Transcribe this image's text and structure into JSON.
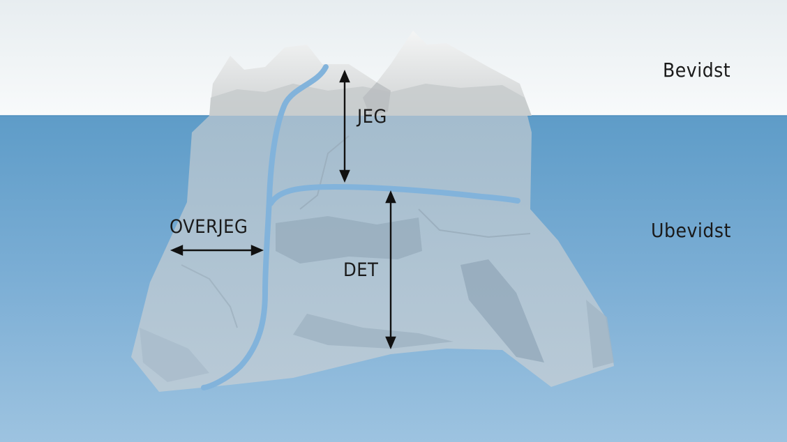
{
  "zones": {
    "conscious": "Bevidst",
    "unconscious": "Ubevidst"
  },
  "structures": {
    "ego": "JEG",
    "superego": "OVERJEG",
    "id": "DET"
  },
  "colors": {
    "sky_top": "#eef2f4",
    "sky_bottom": "#f7f9fa",
    "water_top": "#5a9bc7",
    "water_bottom": "#93bcdc",
    "ice_above": "#d9dcdd",
    "ice_below": "#b3c7d6",
    "channel": "#7fb0d8",
    "arrow": "#111111"
  }
}
